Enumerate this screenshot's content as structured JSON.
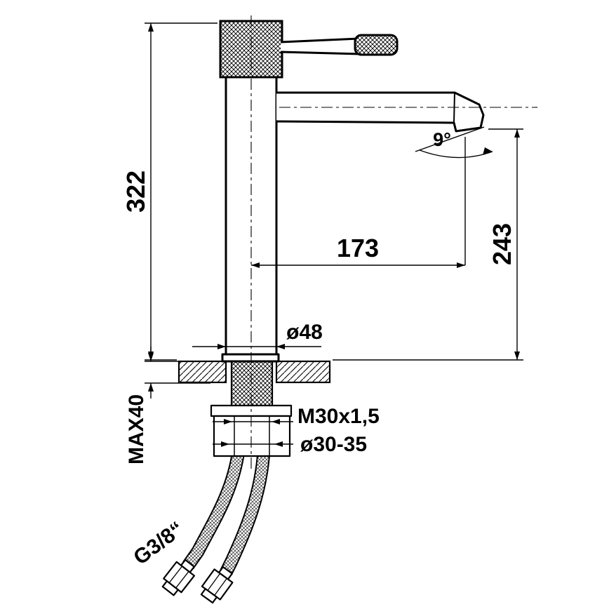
{
  "drawing": {
    "type": "technical-dimension-drawing",
    "subject": "tall single-lever basin mixer faucet, side view with installation dimensions",
    "labels": {
      "overall_height": "322",
      "spout_reach": "173",
      "outlet_height": "243",
      "base_diameter": "ø48",
      "max_mounting_thickness": "MAX40",
      "mounting_thread": "M30x1,5",
      "mounting_hole_diameter": "ø30-35",
      "hose_connection_thread": "G3/8“",
      "spout_angle": "9°"
    },
    "colors": {
      "line": "#000000",
      "background": "#ffffff"
    }
  }
}
